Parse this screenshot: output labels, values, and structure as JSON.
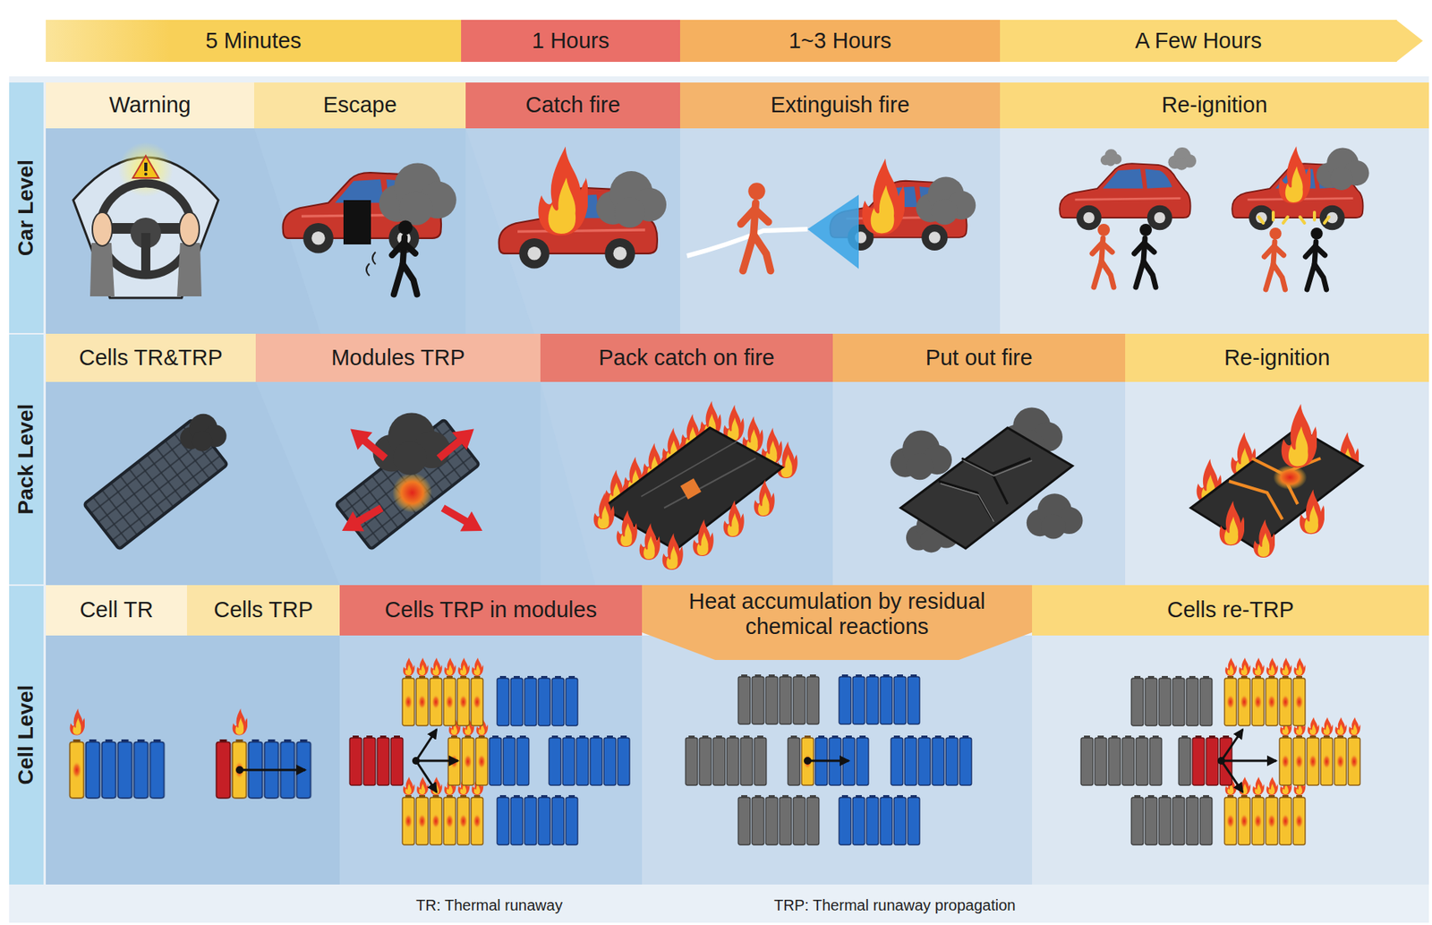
{
  "diagram": {
    "nodes": [
      {
        "text": [
          "5 Minutes"
        ]
      },
      {
        "text": [
          "1 Hours"
        ]
      },
      {
        "text": [
          "1~3 Hours"
        ]
      },
      {
        "text": [
          "A Few Hours"
        ]
      },
      {
        "text": [
          "Car Level"
        ]
      },
      {
        "text": [
          "Warning"
        ],
        "in": 4
      },
      {
        "text": [
          "Escape"
        ],
        "in": 4
      },
      {
        "text": [
          "Catch fire"
        ],
        "in": 4
      },
      {
        "text": [
          "Extinguish fire"
        ],
        "in": 4
      },
      {
        "text": [
          "Re-ignition"
        ],
        "in": 4
      },
      {
        "text": [
          "Pack Level"
        ]
      },
      {
        "text": [
          "Cells TR&TRP"
        ],
        "in": 10
      },
      {
        "text": [
          "Modules TRP"
        ],
        "in": 10
      },
      {
        "text": [
          "Pack catch on fire"
        ],
        "in": 10
      },
      {
        "text": [
          "Put out fire"
        ],
        "in": 10
      },
      {
        "text": [
          "Re-ignition"
        ],
        "in": 10
      },
      {
        "text": [
          "Cell Level"
        ]
      },
      {
        "text": [
          "Cell TR"
        ],
        "in": 16
      },
      {
        "text": [
          "Cells TRP"
        ],
        "in": 16
      },
      {
        "text": [
          "Cells TRP in modules"
        ],
        "in": 16
      },
      {
        "text": [
          "Heat accumulation by residual chemical reactions"
        ],
        "in": 16
      },
      {
        "text": [
          "Cells re-TRP"
        ],
        "in": 16
      }
    ],
    "labels": [
      "TR: Thermal runaway",
      "TRP: Thermal runaway propagation"
    ]
  }
}
